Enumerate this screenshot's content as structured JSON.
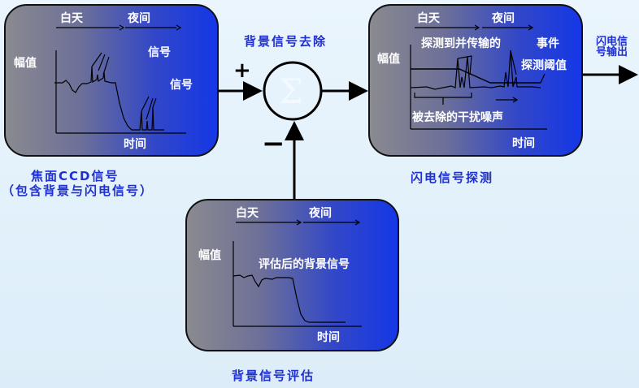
{
  "input_box": {
    "day": "白天",
    "night": "夜间",
    "signal1": "信号",
    "signal2": "信号",
    "amplitude": "幅值",
    "time": "时间"
  },
  "input_caption": {
    "line1": "焦面CCD信号",
    "line2": "（包含背景与闪电信号）"
  },
  "sum": {
    "title": "背景信号去除",
    "plus": "+",
    "minus": "−",
    "symbol": "Σ"
  },
  "detect_box": {
    "day": "白天",
    "night": "夜间",
    "detected": "探测到并传输的",
    "event": "事件",
    "threshold": "探测阈值",
    "amplitude": "幅值",
    "removed": "被去除的干扰噪声",
    "time": "时间"
  },
  "detect_caption": "闪电信号探测",
  "output_label": {
    "line1": "闪电信",
    "line2": "号输出"
  },
  "bg_box": {
    "day": "白天",
    "night": "夜间",
    "amplitude": "幅值",
    "estimated": "评估后的背景信号",
    "time": "时间"
  },
  "bg_caption": "背景信号评估"
}
